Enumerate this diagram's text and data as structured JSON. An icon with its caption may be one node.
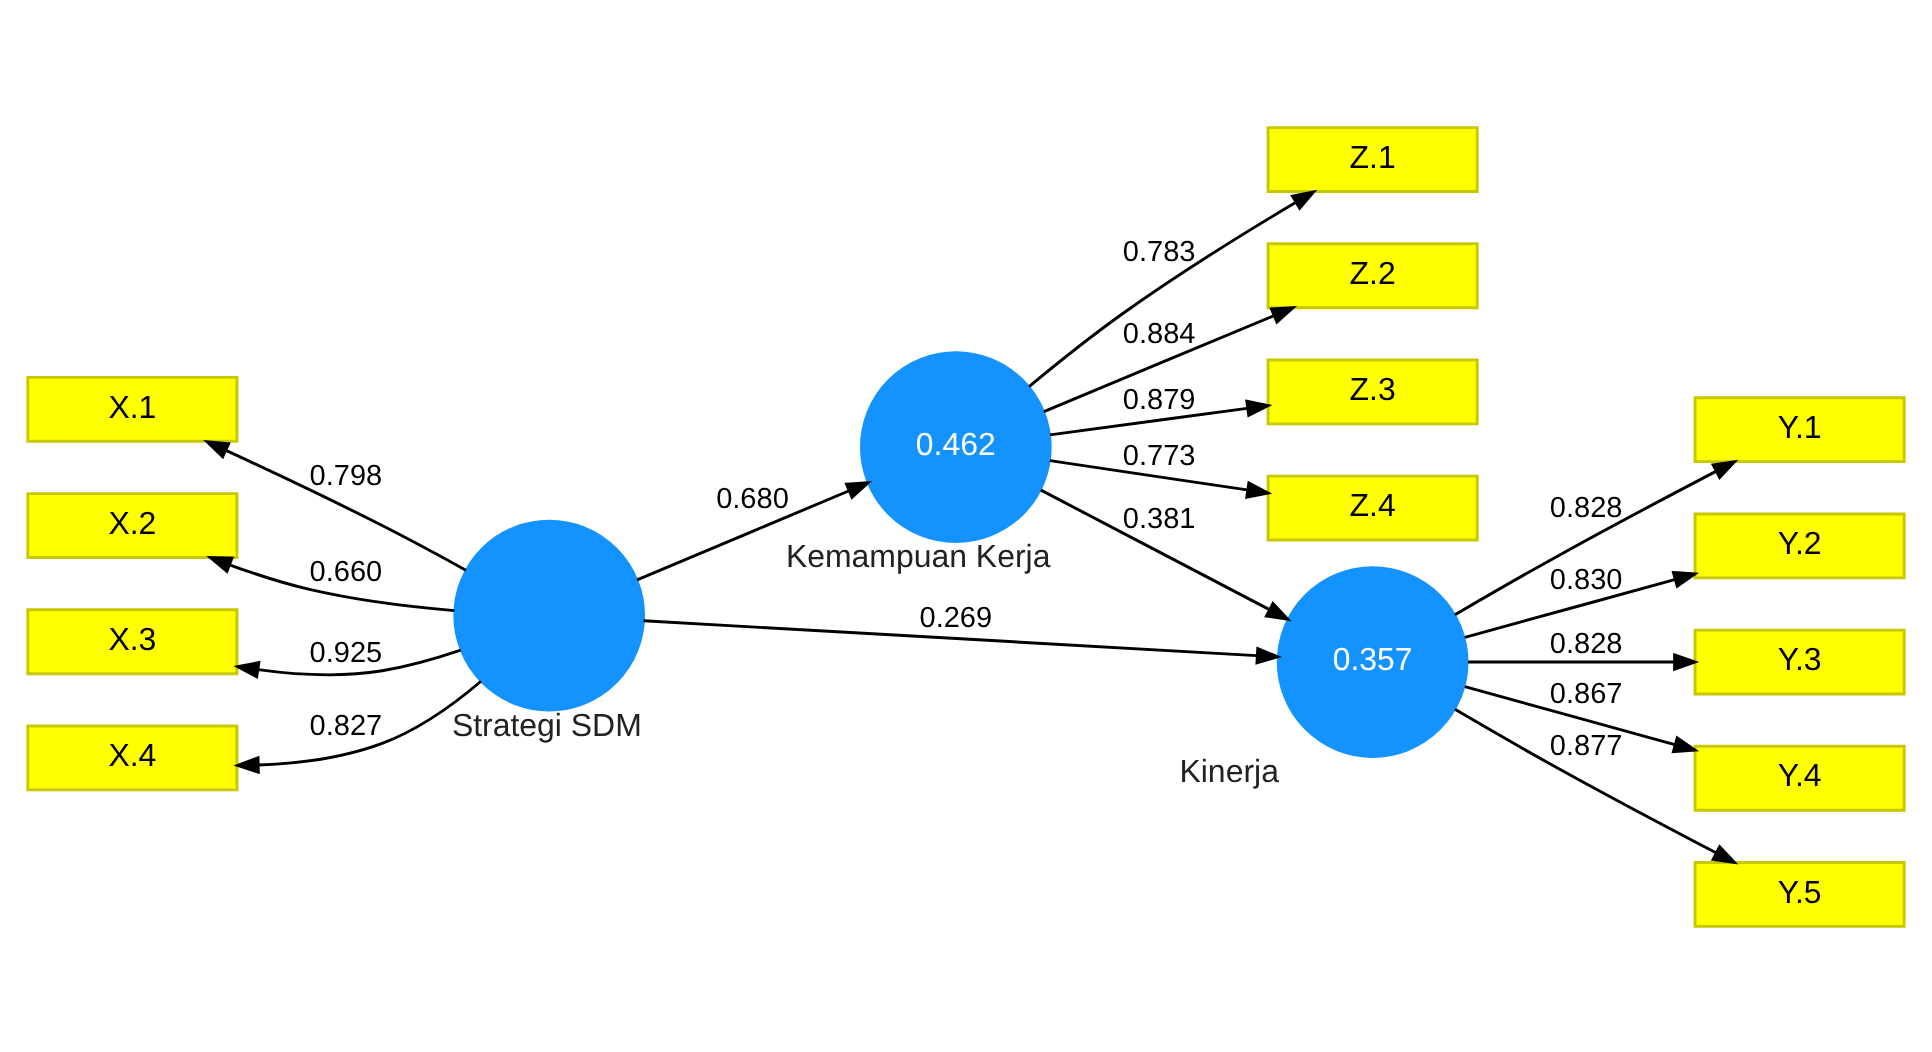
{
  "diagram": {
    "nodes": [
      {
        "text": [
          "Z.1"
        ]
      },
      {
        "text": [
          "Z.2"
        ]
      },
      {
        "text": [
          "Z.3"
        ]
      },
      {
        "text": [
          "Z.4"
        ]
      },
      {
        "text": [
          "0.462"
        ],
        "beside": [
          "Kemampuan Kerja"
        ]
      },
      {
        "text": [
          "X.1"
        ]
      },
      {
        "text": [
          "X.2"
        ]
      },
      {
        "text": [
          "X.3"
        ]
      },
      {
        "text": [
          "X.4"
        ]
      },
      {
        "text": [],
        "shape": "circle",
        "beside": [
          "Strategi SDM"
        ]
      },
      {
        "text": [
          "0.357"
        ],
        "beside": [
          "Kinerja"
        ]
      },
      {
        "text": [
          "Y.1"
        ]
      },
      {
        "text": [
          "Y.2"
        ]
      },
      {
        "text": [
          "Y.3"
        ]
      },
      {
        "text": [
          "Y.4"
        ]
      },
      {
        "text": [
          "Y.5"
        ]
      }
    ],
    "edges": [
      {
        "from": 4,
        "to": 0,
        "arrow": "to",
        "label": "0.783"
      },
      {
        "from": 4,
        "to": 1,
        "arrow": "to",
        "label": "0.884"
      },
      {
        "from": 4,
        "to": 2,
        "arrow": "to",
        "label": "0.879"
      },
      {
        "from": 4,
        "to": 3,
        "arrow": "to",
        "label": "0.773"
      },
      {
        "from": 9,
        "to": 4,
        "arrow": "to",
        "label": "0.680"
      },
      {
        "from": 4,
        "to": 10,
        "arrow": "to",
        "label": "0.381"
      },
      {
        "from": 9,
        "to": 5,
        "arrow": "to",
        "label": "0.798"
      },
      {
        "from": 9,
        "to": 6,
        "arrow": "to",
        "label": "0.660"
      },
      {
        "from": 9,
        "to": 7,
        "arrow": "to",
        "label": "0.925"
      },
      {
        "from": 9,
        "to": 8,
        "arrow": "to",
        "label": "0.827"
      },
      {
        "from": 9,
        "to": 10,
        "arrow": "to",
        "label": "0.269"
      },
      {
        "from": 10,
        "to": 11,
        "arrow": "to",
        "label": "0.828"
      },
      {
        "from": 10,
        "to": 12,
        "arrow": "to",
        "label": "0.830"
      },
      {
        "from": 10,
        "to": 13,
        "arrow": "to",
        "label": "0.828"
      },
      {
        "from": 10,
        "to": 14,
        "arrow": "to",
        "label": "0.867"
      },
      {
        "from": 10,
        "to": 15,
        "arrow": "to",
        "label": "0.877"
      }
    ]
  }
}
